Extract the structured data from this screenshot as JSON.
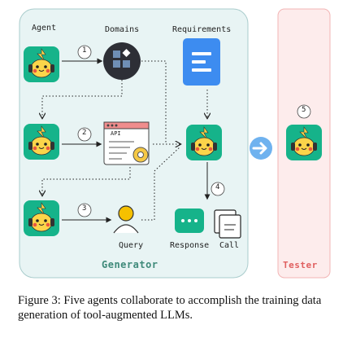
{
  "labels": {
    "agent": "Agent",
    "domains": "Domains",
    "requirements": "Requirements",
    "tester": "Tester",
    "generator": "Generator",
    "query": "Query",
    "response": "Response",
    "call": "Call",
    "api": "API"
  },
  "steps": [
    "1",
    "2",
    "3",
    "4",
    "5"
  ],
  "caption": "Figure 3: Five agents collaborate to accomplish the training data generation of tool-augmented LLMs.",
  "colors": {
    "generator_bg": "#e8f4f4",
    "generator_border": "#a9cccc",
    "generator_text": "#3f8a7a",
    "tester_bg": "#fdecec",
    "tester_border": "#f2b5b5",
    "tester_text": "#e06060",
    "agent_tile": "#16b38a",
    "accent_blue": "#3d8cf0",
    "arrow_blue": "#6fb2ef"
  }
}
